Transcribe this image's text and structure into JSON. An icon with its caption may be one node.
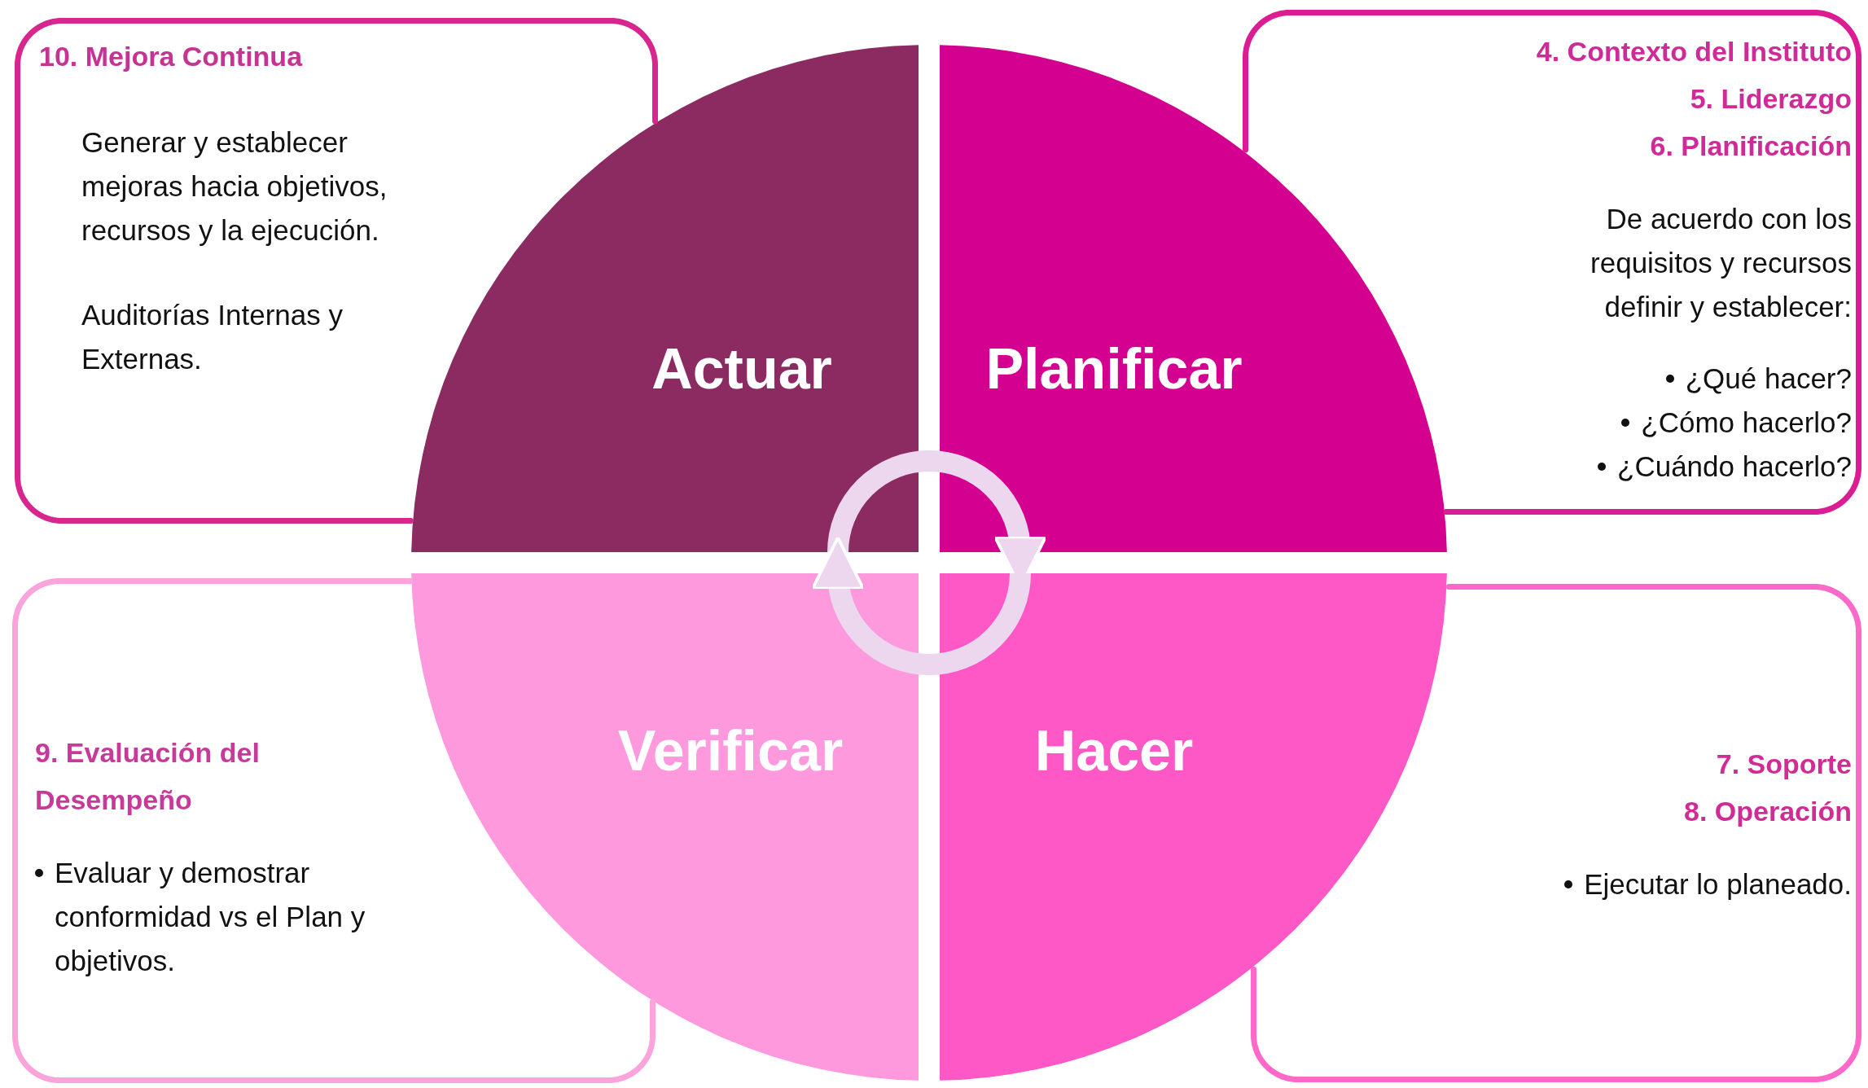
{
  "diagram": {
    "nodes": [
      {
        "text": [
          "10. Mejora Continua",
          "Generar y establecer mejoras hacia objetivos, recursos y la ejecución.",
          "Auditorías Internas y Externas."
        ]
      },
      {
        "text": [
          "Actuar"
        ]
      },
      {
        "text": [
          "Planificar"
        ]
      },
      {
        "text": [
          "4. Contexto del Instituto",
          "5. Liderazgo",
          "6. Planificación",
          "De acuerdo con los requisitos y recursos definir y establecer:",
          "¿Qué hacer?",
          "¿Cómo hacerlo?",
          "¿Cuándo hacerlo?"
        ]
      },
      {
        "text": [
          "9. Evaluación del Desempeño",
          "Evaluar y demostrar conformidad vs el Plan y objetivos."
        ]
      },
      {
        "text": [
          "Verificar"
        ]
      },
      {
        "text": [
          "Hacer"
        ]
      },
      {
        "text": [
          "7. Soporte",
          "8. Operación",
          "Ejecutar lo planeado."
        ]
      }
    ],
    "edges": [
      {
        "from": 1,
        "to": 2,
        "arrow": "to"
      },
      {
        "from": 6,
        "to": 5,
        "arrow": "to"
      }
    ]
  }
}
